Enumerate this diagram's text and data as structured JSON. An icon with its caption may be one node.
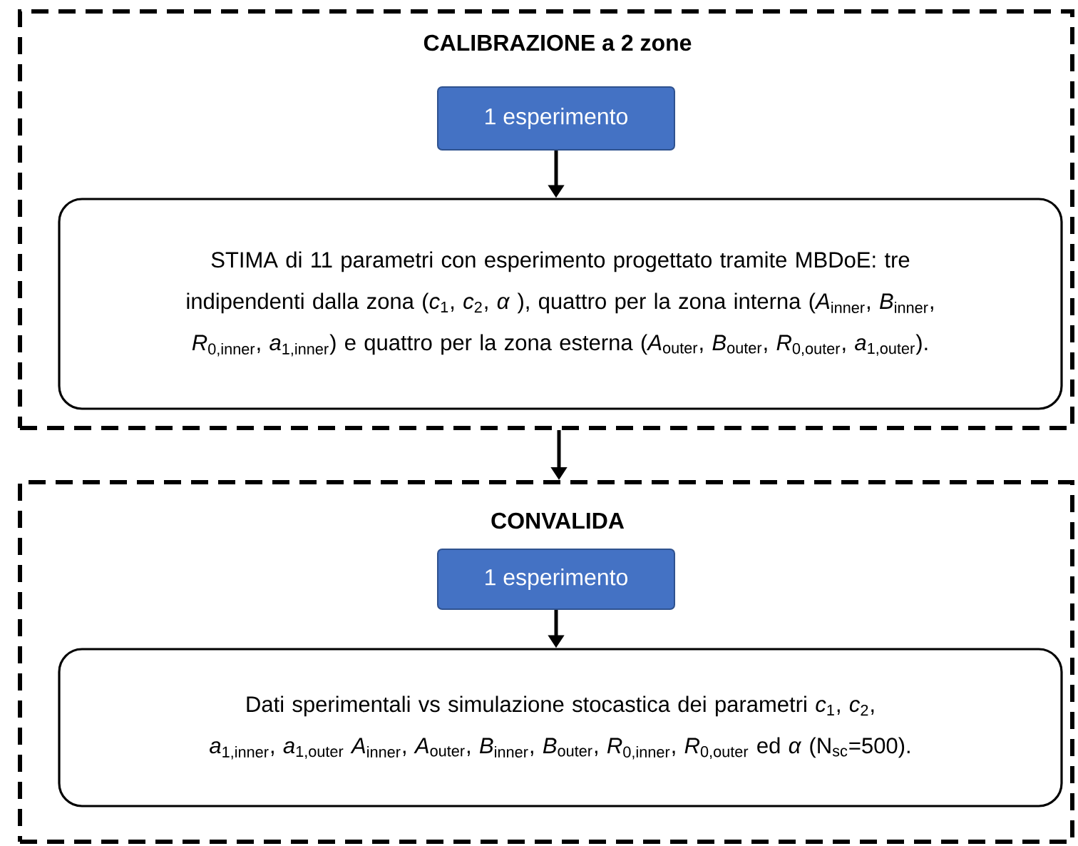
{
  "diagram": {
    "nodes": [
      {
        "text": [
          "CALIBRAZIONE a 2 zone"
        ]
      },
      {
        "text": [
          "1 esperimento"
        ],
        "in": 0
      },
      {
        "text": [
          "STIMA di 11 parametri con esperimento progettato tramite MBDoE: tre indipendenti dalla zona (*c*$_{1}$, *c*$_{2}$, *α* ), quattro per la zona interna (*A*$_{inner}$, *B*$_{inner}$, *R*$_{0,inner}$, *a*$_{1,inner}$) e quattro per la zona esterna (*A*$_{outer}$, *B*$_{outer}$, *R*$_{0,outer}$, *a*$_{1,outer}$)."
        ],
        "in": 0
      },
      {
        "text": [
          "CONVALIDA"
        ]
      },
      {
        "text": [
          "1 esperimento"
        ],
        "in": 3
      },
      {
        "text": [
          "Dati sperimentali vs simulazione stocastica dei parametri *c*$_{1}$, *c*$_{2}$, *a*$_{1,inner}$, *a*$_{1,outer}$ *A*$_{inner}$, *A*$_{outer}$, *B*$_{inner}$, *B*$_{outer}$, *R*$_{0,inner}$, *R*$_{0,outer}$ ed *α* (N$_{sc}$=500)."
        ],
        "in": 3
      }
    ],
    "edges": [
      {
        "from": 1,
        "to": 2,
        "arrow": "to"
      },
      {
        "from": 0,
        "to": 3,
        "arrow": "to"
      },
      {
        "from": 4,
        "to": 5,
        "arrow": "to"
      }
    ]
  }
}
